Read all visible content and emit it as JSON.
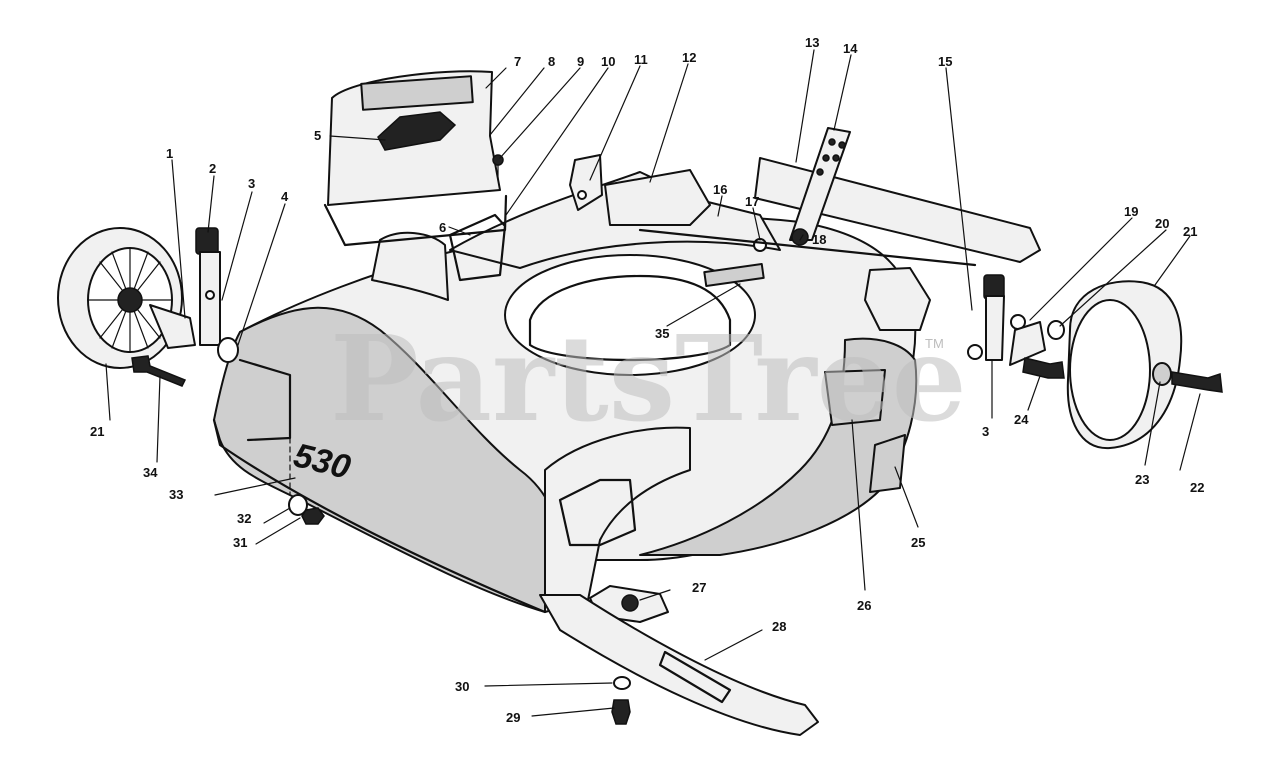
{
  "watermark": {
    "text": "PartsTree",
    "trademark": "TM"
  },
  "deck_model_text": "530",
  "callouts": [
    {
      "id": "c1",
      "label": "1"
    },
    {
      "id": "c2",
      "label": "2"
    },
    {
      "id": "c3a",
      "label": "3"
    },
    {
      "id": "c3b",
      "label": "3"
    },
    {
      "id": "c4",
      "label": "4"
    },
    {
      "id": "c5",
      "label": "5"
    },
    {
      "id": "c6",
      "label": "6"
    },
    {
      "id": "c7",
      "label": "7"
    },
    {
      "id": "c8",
      "label": "8"
    },
    {
      "id": "c9",
      "label": "9"
    },
    {
      "id": "c10",
      "label": "10"
    },
    {
      "id": "c11",
      "label": "11"
    },
    {
      "id": "c12",
      "label": "12"
    },
    {
      "id": "c13",
      "label": "13"
    },
    {
      "id": "c14",
      "label": "14"
    },
    {
      "id": "c15",
      "label": "15"
    },
    {
      "id": "c16",
      "label": "16"
    },
    {
      "id": "c17",
      "label": "17"
    },
    {
      "id": "c18",
      "label": "18"
    },
    {
      "id": "c19",
      "label": "19"
    },
    {
      "id": "c20",
      "label": "20"
    },
    {
      "id": "c21a",
      "label": "21"
    },
    {
      "id": "c21b",
      "label": "21"
    },
    {
      "id": "c22",
      "label": "22"
    },
    {
      "id": "c23",
      "label": "23"
    },
    {
      "id": "c24",
      "label": "24"
    },
    {
      "id": "c25",
      "label": "25"
    },
    {
      "id": "c26",
      "label": "26"
    },
    {
      "id": "c27",
      "label": "27"
    },
    {
      "id": "c28",
      "label": "28"
    },
    {
      "id": "c29",
      "label": "29"
    },
    {
      "id": "c30",
      "label": "30"
    },
    {
      "id": "c31",
      "label": "31"
    },
    {
      "id": "c32",
      "label": "32"
    },
    {
      "id": "c33",
      "label": "33"
    },
    {
      "id": "c34",
      "label": "34"
    },
    {
      "id": "c35",
      "label": "35"
    }
  ]
}
